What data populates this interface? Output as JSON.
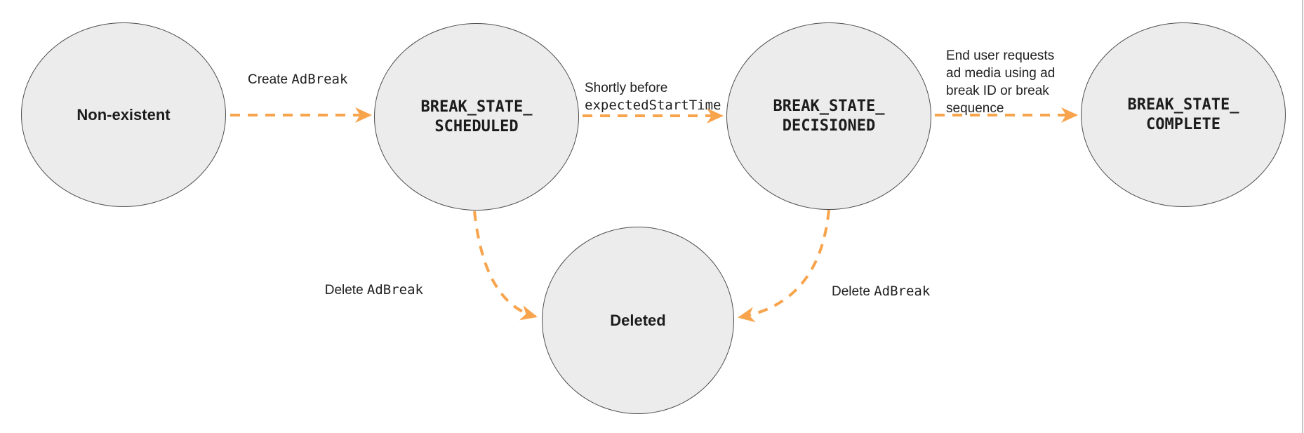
{
  "colors": {
    "accent": "#F8A44C",
    "node_fill": "#ECECEC",
    "node_border": "#4D4D4D",
    "text": "#1C1C1C",
    "edge_divider": "#C8C8C8"
  },
  "diagram": {
    "type": "state-transition-diagram",
    "states": [
      {
        "id": "non-existent",
        "label": "Non-existent"
      },
      {
        "id": "break-state-scheduled",
        "label": "BREAK_STATE_\nSCHEDULED"
      },
      {
        "id": "break-state-decisioned",
        "label": "BREAK_STATE_\nDECISIONED"
      },
      {
        "id": "break-state-complete",
        "label": "BREAK_STATE_\nCOMPLETE"
      },
      {
        "id": "deleted",
        "label": "Deleted"
      }
    ],
    "transitions": [
      {
        "from": "non-existent",
        "to": "break-state-scheduled",
        "label_plain": "Create ",
        "label_code": "AdBreak"
      },
      {
        "from": "break-state-scheduled",
        "to": "break-state-decisioned",
        "label_plain": "Shortly before\n",
        "label_code": "expectedStartTime"
      },
      {
        "from": "break-state-decisioned",
        "to": "break-state-complete",
        "label_plain": "End user requests\nad media using ad\nbreak ID or break\nsequence",
        "label_code": ""
      },
      {
        "from": "break-state-scheduled",
        "to": "deleted",
        "label_plain": "Delete ",
        "label_code": "AdBreak"
      },
      {
        "from": "break-state-decisioned",
        "to": "deleted",
        "label_plain": "Delete ",
        "label_code": "AdBreak"
      }
    ]
  }
}
